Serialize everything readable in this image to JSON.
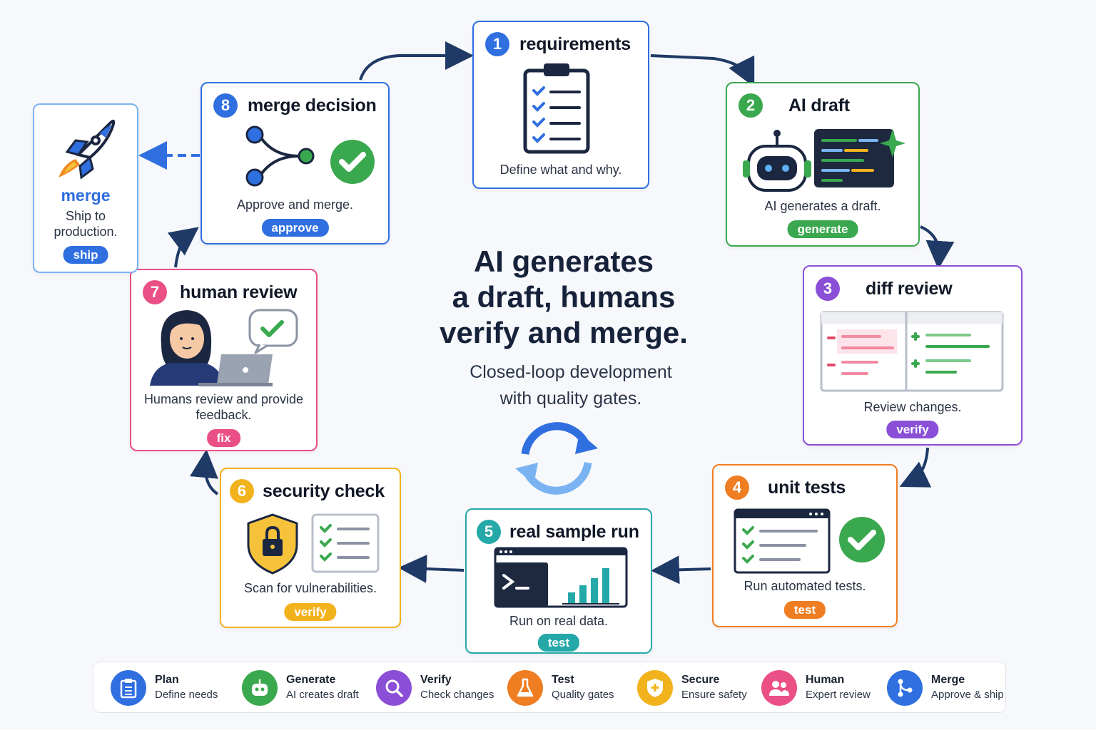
{
  "headline": [
    "AI generates",
    "a draft, humans",
    "verify and merge."
  ],
  "subline": [
    "Closed-loop development",
    "with quality gates."
  ],
  "steps": [
    {
      "num": "1",
      "title": "requirements",
      "desc": "Define what and why.",
      "color": "#2f6fe0",
      "icon": "clipboard-checklist-icon"
    },
    {
      "num": "2",
      "title": "AI draft",
      "desc": "AI generates a draft.",
      "pill": "generate",
      "color": "#3aa84e",
      "icon": "robot-code-icon"
    },
    {
      "num": "3",
      "title": "diff review",
      "desc": "Review changes.",
      "pill": "verify",
      "color": "#8a4fd6",
      "icon": "diff-panel-icon"
    },
    {
      "num": "4",
      "title": "unit tests",
      "desc": "Run automated tests.",
      "pill": "test",
      "color": "#ef7d22",
      "icon": "test-window-icon"
    },
    {
      "num": "5",
      "title": "real sample run",
      "desc": "Run on real data.",
      "pill": "test",
      "color": "#25a8a8",
      "icon": "terminal-chart-icon"
    },
    {
      "num": "6",
      "title": "security check",
      "desc": "Scan for vulnerabilities.",
      "pill": "verify",
      "color": "#f2b21c",
      "icon": "shield-lock-icon"
    },
    {
      "num": "7",
      "title": "human review",
      "desc": "Humans review and provide feedback.",
      "pill": "fix",
      "color": "#ea4f86",
      "icon": "person-laptop-icon"
    },
    {
      "num": "8",
      "title": "merge decision",
      "desc": "Approve and merge.",
      "pill": "approve",
      "color": "#2f6fe0",
      "icon": "branch-merge-icon"
    }
  ],
  "final": {
    "title": "merge",
    "desc": "Ship to production.",
    "pill": "ship",
    "color": "#2f6fe0",
    "icon": "rocket-icon"
  },
  "legend": [
    {
      "title": "Plan",
      "sub": "Define needs",
      "color": "#2f6fe0",
      "icon": "clipboard-icon"
    },
    {
      "title": "Generate",
      "sub": "AI creates draft",
      "color": "#3aa84e",
      "icon": "robot-icon"
    },
    {
      "title": "Verify",
      "sub": "Check changes",
      "color": "#8a4fd6",
      "icon": "magnifier-icon"
    },
    {
      "title": "Test",
      "sub": "Quality gates",
      "color": "#ef7d22",
      "icon": "flask-icon"
    },
    {
      "title": "Secure",
      "sub": "Ensure safety",
      "color": "#f2b21c",
      "icon": "shield-icon"
    },
    {
      "title": "Human",
      "sub": "Expert review",
      "color": "#ea4f86",
      "icon": "people-icon"
    },
    {
      "title": "Merge",
      "sub": "Approve & ship",
      "color": "#2f6fe0",
      "icon": "merge-icon"
    }
  ]
}
